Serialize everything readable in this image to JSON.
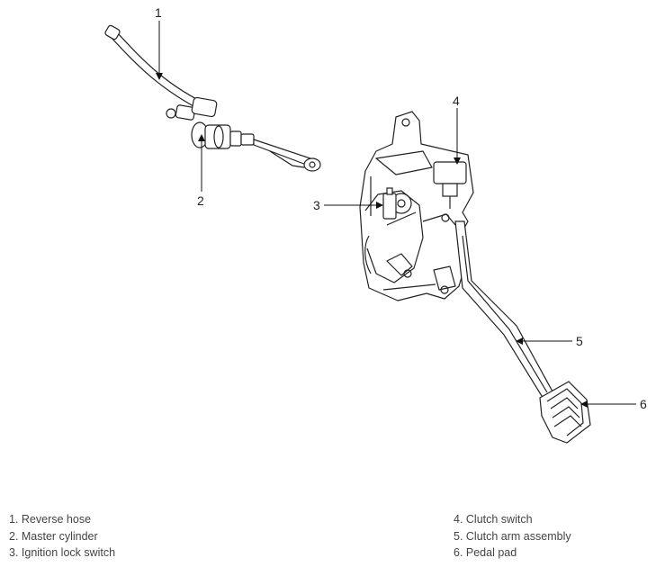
{
  "callouts": {
    "n1": "1",
    "n2": "2",
    "n3": "3",
    "n4": "4",
    "n5": "5",
    "n6": "6"
  },
  "legend": {
    "left": [
      "1. Reverse hose",
      "2. Master cylinder",
      "3. Ignition lock switch"
    ],
    "right": [
      "4. Clutch switch",
      "5. Clutch arm assembly",
      "6. Pedal pad"
    ]
  }
}
